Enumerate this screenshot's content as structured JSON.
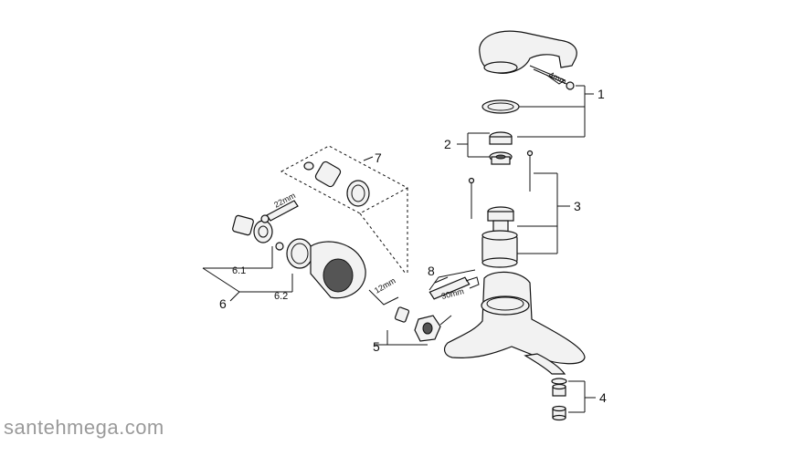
{
  "labels": {
    "p1": "1",
    "p2": "2",
    "p3": "3",
    "p4": "4",
    "p5": "5",
    "p6": "6",
    "p61": "6.1",
    "p62": "6.2",
    "p7": "7",
    "p8": "8"
  },
  "dims": {
    "hex_handle": "4mm",
    "wrench_22": "22mm",
    "wrench_12": "12mm",
    "wrench_30": "30mm"
  },
  "watermark": "santehmega.com"
}
